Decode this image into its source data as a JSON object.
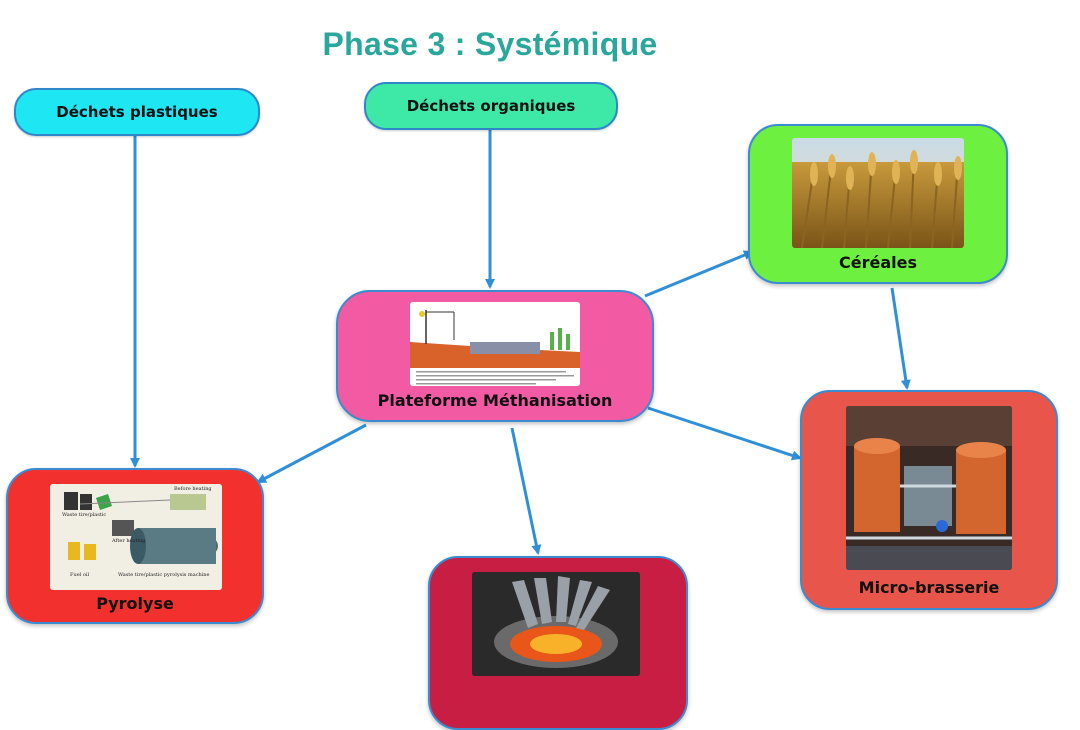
{
  "title": "Phase 3 : Systémique",
  "nodes": {
    "plastic": {
      "label": "Déchets plastiques",
      "color": "#1ee6f2"
    },
    "organic": {
      "label": "Déchets organiques",
      "color": "#3ee8a6"
    },
    "cereals": {
      "label": "Céréales",
      "color": "#6ef040"
    },
    "methan": {
      "label": "Plateforme Méthanisation",
      "color": "#f25aa3"
    },
    "pyrolysis": {
      "label": "Pyrolyse",
      "color": "#f2302e"
    },
    "brewery": {
      "label": "Micro-brasserie",
      "color": "#e8554a"
    },
    "furnace": {
      "label": "",
      "color": "#c81e44"
    }
  },
  "pyrolysis_image_labels": {
    "waste": "Waste tire/plastic",
    "before": "Before heating",
    "after": "After heating",
    "fuel": "Fuel oil",
    "machine": "Waste tire/plastic pyrolysis machine"
  },
  "icons": [
    "wheat-image",
    "methanisation-schema-image",
    "pyrolysis-machine-image",
    "brewery-tanks-image",
    "furnace-fire-image"
  ]
}
